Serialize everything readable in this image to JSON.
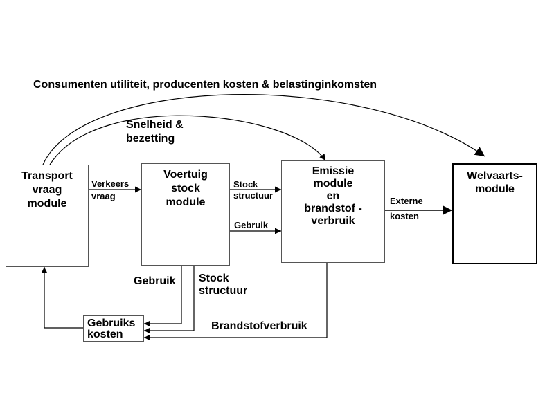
{
  "top_label": "Consumenten utiliteit, producenten kosten & belastinginkomsten",
  "snelheid_label": [
    "Snelheid &",
    "bezetting"
  ],
  "boxes": {
    "transport": [
      "Transport",
      "vraag",
      "module"
    ],
    "voertuig": [
      "Voertuig",
      "stock",
      "module"
    ],
    "emissie": [
      "Emissie",
      "module",
      "en",
      "brandstof -",
      "verbruik"
    ],
    "welvaart": [
      "Welvaarts-",
      "module"
    ],
    "gebruikskosten": [
      "Gebruiks",
      "kosten"
    ]
  },
  "edges": {
    "verkeersvraag": [
      "Verkeers",
      "vraag"
    ],
    "stock_structuur_top": [
      "Stock",
      "structuur"
    ],
    "gebruik_top": "Gebruik",
    "externe_kosten": [
      "Externe",
      "kosten"
    ],
    "gebruik_bottom": "Gebruik",
    "stock_structuur_bottom": [
      "Stock",
      "structuur"
    ],
    "brandstofverbruik": "Brandstofverbruik"
  }
}
